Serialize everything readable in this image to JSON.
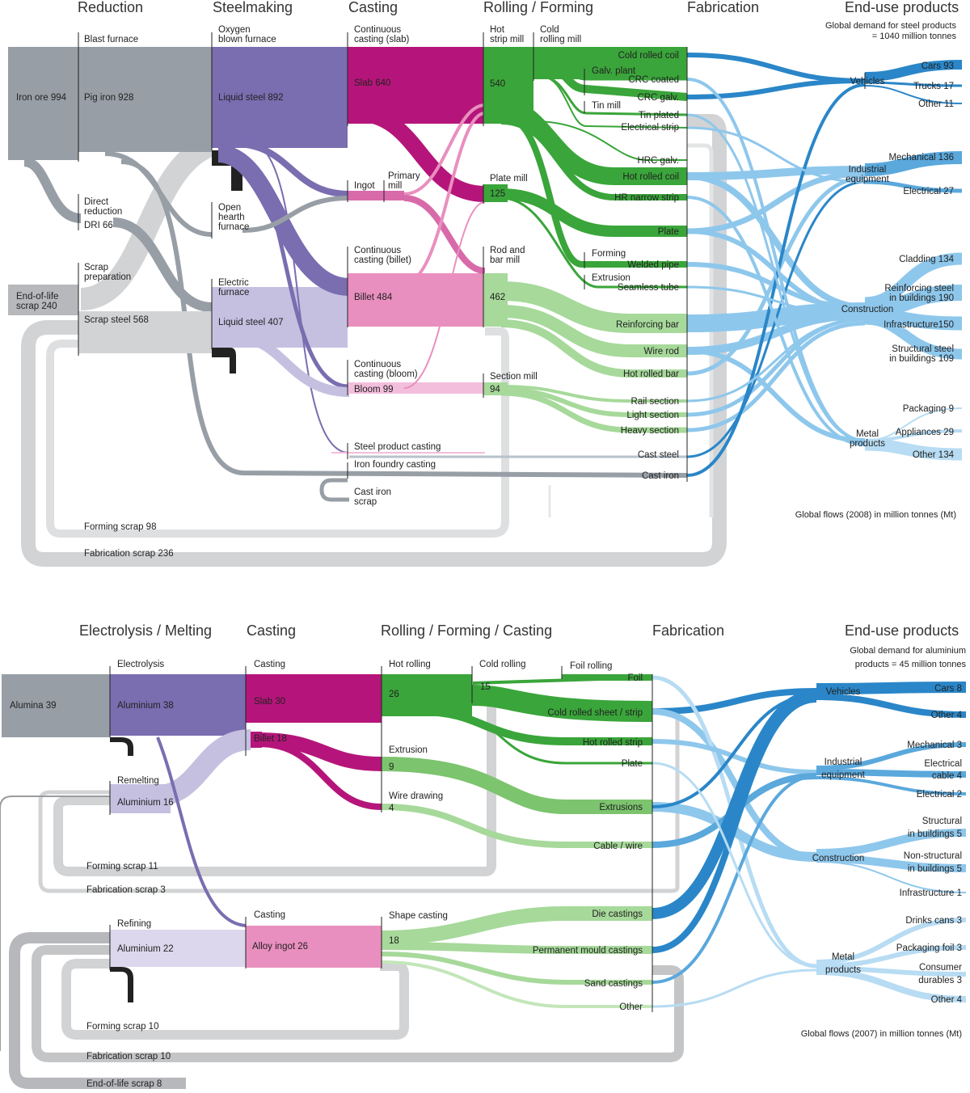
{
  "steel": {
    "stages": [
      "Reduction",
      "Steelmaking",
      "Casting",
      "Rolling / Forming",
      "Fabrication",
      "End-use products"
    ],
    "demand_note_line1": "Global demand for steel products",
    "demand_note_line2": "= 1040 million tonnes",
    "footnote": "Global flows (2008) in million tonnes (Mt)",
    "process_labels": {
      "blast_furnace": "Blast furnace",
      "oxygen_1": "Oxygen",
      "oxygen_2": "blown furnace",
      "cc_slab_1": "Continuous",
      "cc_slab_2": "casting (slab)",
      "hot_strip_1": "Hot",
      "hot_strip_2": "strip mill",
      "cold_roll_1": "Cold",
      "cold_roll_2": "rolling mill",
      "galv_plant": "Galv. plant",
      "tin_mill": "Tin mill",
      "primary_1": "Primary",
      "primary_2": "mill",
      "ingot": "Ingot",
      "plate_mill": "Plate mill",
      "direct_1": "Direct",
      "direct_2": "reduction",
      "open_1": "Open",
      "open_2": "hearth",
      "open_3": "furnace",
      "scrap_prep_1": "Scrap",
      "scrap_prep_2": "preparation",
      "cc_billet_1": "Continuous",
      "cc_billet_2": "casting (billet)",
      "rod_bar_1": "Rod and",
      "rod_bar_2": "bar mill",
      "forming": "Forming",
      "extrusion": "Extrusion",
      "electric_1": "Electric",
      "electric_2": "furnace",
      "cc_bloom_1": "Continuous",
      "cc_bloom_2": "casting (bloom)",
      "section_mill": "Section mill",
      "steel_product_casting": "Steel product casting",
      "iron_foundry_casting": "Iron foundry casting",
      "cast_iron_scrap_1": "Cast iron",
      "cast_iron_scrap_2": "scrap"
    },
    "flow_labels": {
      "iron_ore": "Iron ore  994",
      "pig_iron": "Pig iron  928",
      "liquid_steel_bof": "Liquid steel  892",
      "slab": "Slab  640",
      "hot_strip_val": "540",
      "dri": "DRI  66",
      "eol_1": "End-of-life",
      "eol_2": "scrap  240",
      "scrap_steel": "Scrap steel  568",
      "liquid_steel_eaf": "Liquid steel  407",
      "billet": "Billet  484",
      "rod_val": "462",
      "bloom": "Bloom  99",
      "section_val": "94",
      "plate_val": "125",
      "forming_scrap": "Forming scrap  98",
      "fabrication_scrap": "Fabrication scrap  236"
    },
    "products": [
      "Cold rolled coil",
      "CRC coated",
      "CRC galv.",
      "Tin plated",
      "Electrical strip",
      "HRC galv.",
      "Hot rolled coil",
      "HR narrow strip",
      "Plate",
      "Welded pipe",
      "Seamless tube",
      "Reinforcing bar",
      "Wire rod",
      "Hot rolled bar",
      "Rail section",
      "Light section",
      "Heavy section",
      "Cast steel",
      "Cast iron"
    ],
    "sectors": {
      "vehicles": "Vehicles",
      "industrial_1": "Industrial",
      "industrial_2": "equipment",
      "construction": "Construction",
      "metal_1": "Metal",
      "metal_2": "products"
    },
    "end_uses": [
      "Cars 93",
      "Trucks 17",
      "Other 11",
      "Mechanical 136",
      "Electrical 27",
      "Cladding 134",
      "Reinforcing steel",
      "in buildings 190",
      "Infrastructure150",
      "Structural steel",
      "in buildings 109",
      "Packaging 9",
      "Appliances 29",
      "Other 134"
    ]
  },
  "aluminium": {
    "stages": [
      "Electrolysis / Melting",
      "Casting",
      "Rolling / Forming / Casting",
      "Fabrication",
      "End-use products"
    ],
    "demand_note_line1": "Global demand for aluminium",
    "demand_note_line2": "products = 45 million tonnes",
    "footnote": "Global flows (2007) in million tonnes (Mt)",
    "process_labels": {
      "electrolysis": "Electrolysis",
      "casting_top": "Casting",
      "hot_rolling": "Hot rolling",
      "cold_rolling": "Cold rolling",
      "foil_rolling": "Foil rolling",
      "extrusion": "Extrusion",
      "wire_drawing": "Wire drawing",
      "remelting": "Remelting",
      "refining": "Refining",
      "casting_bottom": "Casting",
      "shape_casting": "Shape casting"
    },
    "flow_labels": {
      "alumina": "Alumina  39",
      "aluminium_primary": "Aluminium  38",
      "slab": "Slab 30",
      "billet": "Billet 18",
      "hot_val": "26",
      "cold_val": "15",
      "ext_val": "9",
      "wire_val": "4",
      "aluminium_remelt": "Aluminium  16",
      "aluminium_refine": "Aluminium  22",
      "alloy_ingot": "Alloy ingot 26",
      "shape_val": "18",
      "forming_scrap_top": "Forming scrap  11",
      "fabrication_scrap_top": "Fabrication scrap  3",
      "forming_scrap_bottom": "Forming scrap  10",
      "fabrication_scrap_bottom": "Fabrication scrap  10",
      "eol_scrap": "End-of-life scrap  8"
    },
    "products": [
      "Foil",
      "Cold rolled sheet / strip",
      "Hot rolled strip",
      "Plate",
      "Extrusions",
      "Cable / wire",
      "Die castings",
      "Permanent mould castings",
      "Sand castings",
      "Other"
    ],
    "sectors": {
      "vehicles": "Vehicles",
      "industrial_1": "Industrial",
      "industrial_2": "equipment",
      "construction": "Construction",
      "metal_1": "Metal",
      "metal_2": "products"
    },
    "end_uses": [
      "Cars 8",
      "Other 4",
      "Mechanical 3",
      "Electrical",
      "cable 4",
      "Electrical 2",
      "Structural",
      "in buildings 5",
      "Non-structural",
      "in buildings 5",
      "Infrastructure 1",
      "Drinks cans 3",
      "Packaging foil 3",
      "Consumer",
      "durables 3",
      "Other 4"
    ]
  },
  "colors": {
    "ore": "#979ea5",
    "scrap": "#d2d3d5",
    "steelmaking": "#7a6db0",
    "eaf": "#c5c0e0",
    "slab": "#b5157a",
    "billet": "#e98fbf",
    "bloom": "#f3bedc",
    "rolling": "#3aa53a",
    "rolling_light": "#a6d99a",
    "enduse_dark": "#2a86c8",
    "enduse_light": "#8ec7ec"
  }
}
